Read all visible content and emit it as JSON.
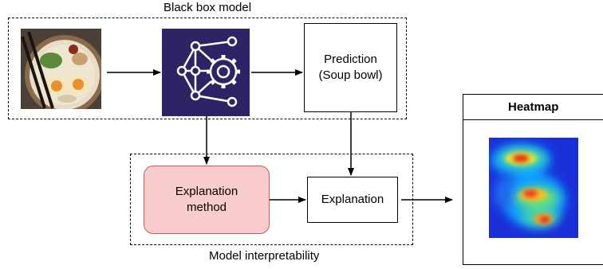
{
  "groups": {
    "black_box": {
      "label": "Black box model"
    },
    "interpretability": {
      "label": "Model interpretability"
    }
  },
  "nodes": {
    "input_image": {
      "icon": "ramen-bowl-photo"
    },
    "model": {
      "icon": "neural-network-gear-icon",
      "color": "#2d2466"
    },
    "prediction": {
      "line1": "Prediction",
      "line2": "(Soup bowl)"
    },
    "explanation_method": {
      "line1": "Explanation",
      "line2": "method",
      "fill": "#f8cccc",
      "border": "#c85a5a"
    },
    "explanation": {
      "label": "Explanation"
    }
  },
  "heatmap": {
    "title": "Heatmap"
  }
}
